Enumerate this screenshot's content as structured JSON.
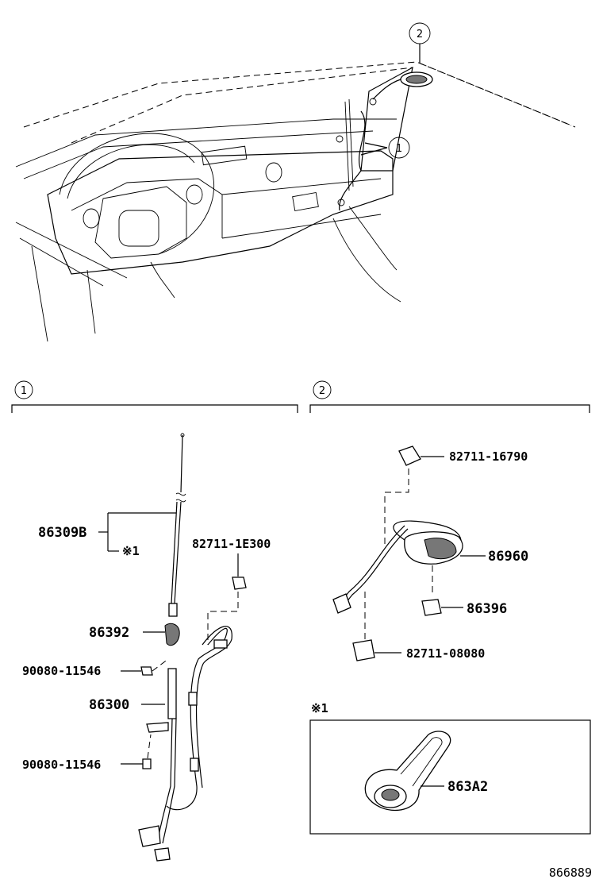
{
  "overview": {
    "callout_1": "1",
    "callout_2": "2"
  },
  "section1": {
    "index": "1",
    "parts": {
      "antenna_rod": "86309B",
      "note_mark": "※1",
      "clamp_top": "82711-1E300",
      "holder": "86392",
      "bolt_upper": "90080-11546",
      "cord": "86300",
      "bolt_lower": "90080-11546"
    }
  },
  "section2": {
    "index": "2",
    "parts": {
      "clamp_top": "82711-16790",
      "antenna_assy": "86960",
      "pad": "86396",
      "clamp_bottom": "82711-08080"
    }
  },
  "inset": {
    "note_mark": "※1",
    "part": "863A2"
  },
  "diagram_id": "866889"
}
